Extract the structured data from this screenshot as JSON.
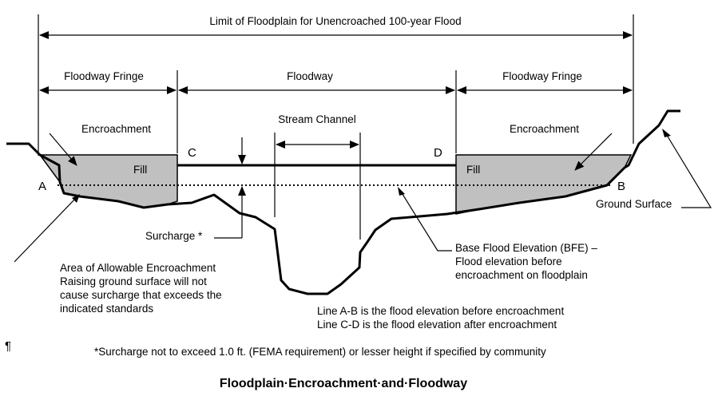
{
  "limit_label": "Limit of Floodplain for Unencroached 100-year Flood",
  "fringe_left_label": "Floodway Fringe",
  "floodway_label": "Floodway",
  "fringe_right_label": "Floodway Fringe",
  "stream_channel_label": "Stream Channel",
  "encroachment_left_label": "Encroachment",
  "encroachment_right_label": "Encroachment",
  "fill_left_label": "Fill",
  "fill_right_label": "Fill",
  "point_a": "A",
  "point_b": "B",
  "point_c": "C",
  "point_d": "D",
  "ground_surface_label": "Ground Surface",
  "surcharge_label": "Surcharge *",
  "allowable": {
    "line1": "Area of Allowable Encroachment",
    "line2": "Raising ground surface will not",
    "line3": "cause surcharge that exceeds the",
    "line4": "indicated standards"
  },
  "bfe": {
    "line1": "Base Flood Elevation (BFE) –",
    "line2": "Flood elevation before",
    "line3": "encroachment on floodplain"
  },
  "lines_note": {
    "line1": "Line A-B is the flood elevation before encroachment",
    "line2": "Line C-D is the flood elevation after encroachment"
  },
  "pilcrow": "¶",
  "footnote": "*Surcharge not to exceed 1.0 ft. (FEMA requirement) or lesser height if specified by community",
  "title": "Floodplain·Encroachment·and·Floodway"
}
